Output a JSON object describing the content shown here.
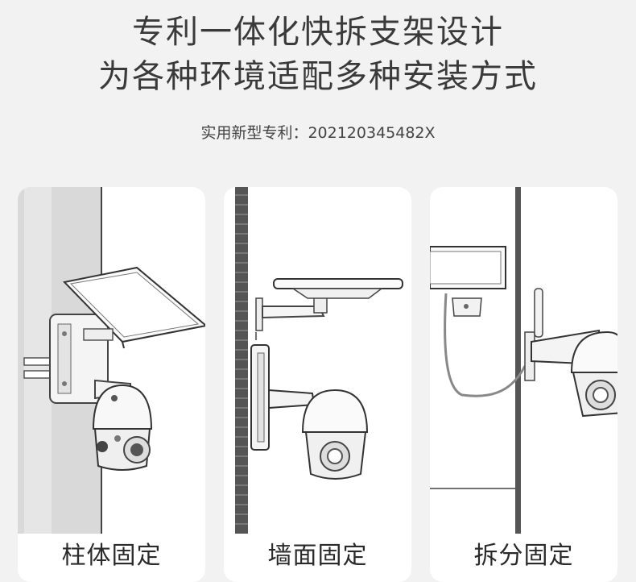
{
  "header": {
    "title_line1": "专利一体化快拆支架设计",
    "title_line2": "为各种环境适配多种安装方式",
    "patent": "实用新型专利：202120345482X"
  },
  "cards": [
    {
      "caption": "柱体固定",
      "illustration": "pole-mount"
    },
    {
      "caption": "墙面固定",
      "illustration": "wall-mount"
    },
    {
      "caption": "拆分固定",
      "illustration": "split-mount"
    }
  ]
}
